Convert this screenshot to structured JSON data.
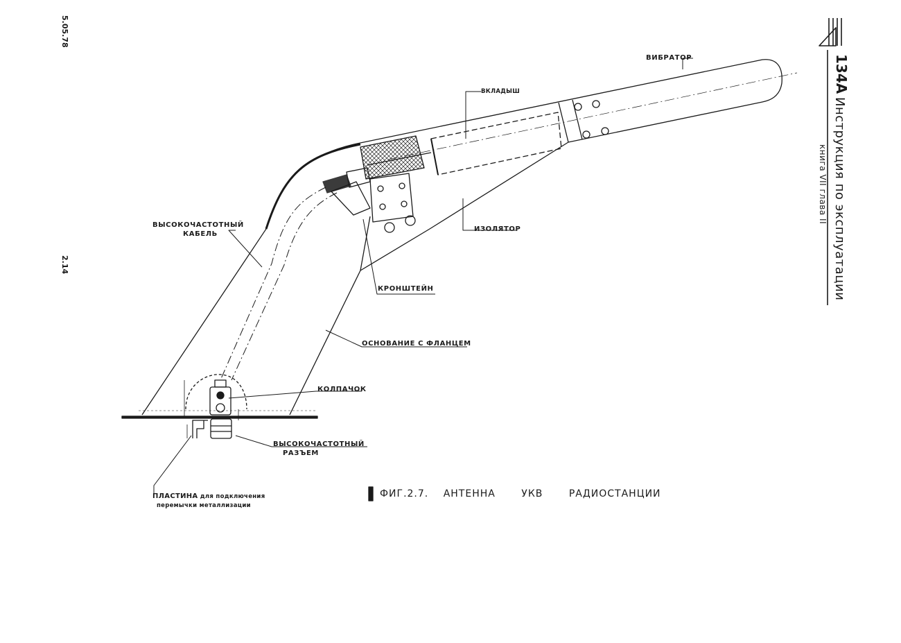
{
  "header": {
    "aircraft": "134А",
    "manual_title": "Инструкция по эксплуатации",
    "book_chapter": "книга VII глава II"
  },
  "margin": {
    "date": "5.05.78",
    "page_number": "2.14"
  },
  "callouts": {
    "vibrator": "ВИБРАТОР",
    "insert": "ВКЛАДЫШ",
    "hf_cable_line1": "ВЫСОКОЧАСТОТНЫЙ",
    "hf_cable_line2": "КАБЕЛЬ",
    "insulator": "ИЗОЛЯТОР",
    "bracket": "КРОНШТЕЙН",
    "base_flange": "ОСНОВАНИЕ С ФЛАНЦЕМ",
    "cap": "КОЛПАЧОК",
    "hf_connector_line1": "ВЫСОКОЧАСТОТНЫЙ",
    "hf_connector_line2": "РАЗЪЕМ",
    "plate_line1_a": "ПЛАСТИНА",
    "plate_line1_b": "для подключения",
    "plate_line2": "перемычки металлизации"
  },
  "caption": {
    "fig": "ФИГ.2.7.",
    "w1": "АНТЕННА",
    "w2": "УКВ",
    "w3": "РАДИОСТАНЦИИ"
  },
  "colors": {
    "ink": "#1a1a1a",
    "paper": "#ffffff"
  }
}
